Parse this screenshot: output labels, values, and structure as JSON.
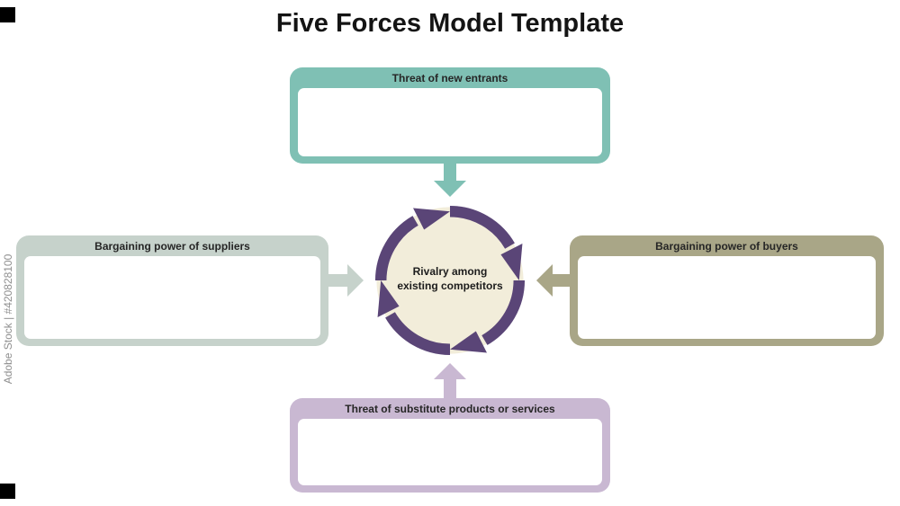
{
  "title": "Five Forces Model Template",
  "watermark": {
    "text": "Adobe Stock | #420828100"
  },
  "boxes": {
    "top": {
      "label": "Threat of new entrants",
      "color": "#7fc0b4"
    },
    "left": {
      "label": "Bargaining power of suppliers",
      "color": "#c6d2cb"
    },
    "right": {
      "label": "Bargaining power of buyers",
      "color": "#a9a687"
    },
    "bottom": {
      "label": "Threat of  substitute products or services",
      "color": "#c9b8d2"
    }
  },
  "center": {
    "lines": [
      "Rivalry among",
      "existing competitors"
    ],
    "ring_color": "#5a4577",
    "fill_color": "#f2edda"
  }
}
